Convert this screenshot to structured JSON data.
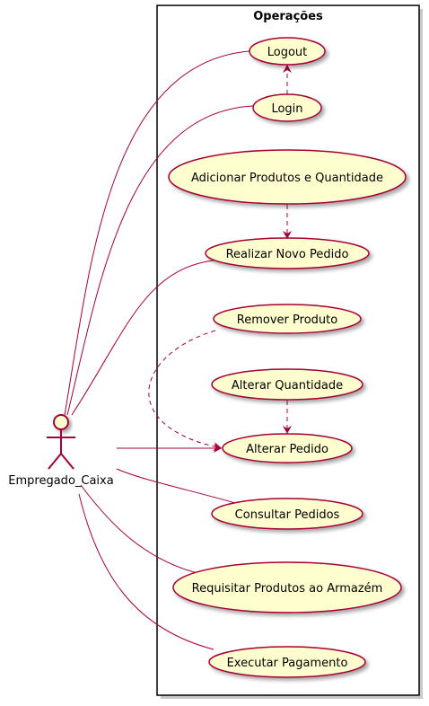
{
  "package": {
    "title": "Operações"
  },
  "actor": {
    "name": "Empregado_Caixa"
  },
  "use_cases": [
    {
      "id": "logout",
      "label": "Logout"
    },
    {
      "id": "login",
      "label": "Login"
    },
    {
      "id": "adicionar",
      "label": "Adicionar Produtos e Quantidade"
    },
    {
      "id": "realizar",
      "label": "Realizar Novo Pedido"
    },
    {
      "id": "remover",
      "label": "Remover Produto"
    },
    {
      "id": "alterar_qtd",
      "label": "Alterar Quantidade"
    },
    {
      "id": "alterar_pedido",
      "label": "Alterar Pedido"
    },
    {
      "id": "consultar",
      "label": "Consultar Pedidos"
    },
    {
      "id": "requisitar",
      "label": "Requisitar Produtos ao Armazém"
    },
    {
      "id": "executar",
      "label": "Executar Pagamento"
    }
  ],
  "associations": [
    {
      "from": "Empregado_Caixa",
      "to": "logout",
      "style": "solid"
    },
    {
      "from": "Empregado_Caixa",
      "to": "login",
      "style": "solid"
    },
    {
      "from": "Empregado_Caixa",
      "to": "realizar",
      "style": "solid"
    },
    {
      "from": "Empregado_Caixa",
      "to": "alterar_pedido",
      "style": "solid-arrow"
    },
    {
      "from": "Empregado_Caixa",
      "to": "consultar",
      "style": "solid"
    },
    {
      "from": "Empregado_Caixa",
      "to": "requisitar",
      "style": "solid"
    },
    {
      "from": "Empregado_Caixa",
      "to": "executar",
      "style": "solid"
    }
  ],
  "dependencies": [
    {
      "from": "login",
      "to": "logout",
      "style": "dashed-arrow"
    },
    {
      "from": "adicionar",
      "to": "realizar",
      "style": "dashed-arrow"
    },
    {
      "from": "remover",
      "to": "alterar_pedido",
      "style": "dashed-arrow"
    },
    {
      "from": "alterar_qtd",
      "to": "alterar_pedido",
      "style": "dashed-arrow"
    }
  ],
  "colors": {
    "use_case_fill": "#FEFECE",
    "line": "#A80036",
    "package_border": "#000000",
    "shadow": "#c8c8c8"
  }
}
